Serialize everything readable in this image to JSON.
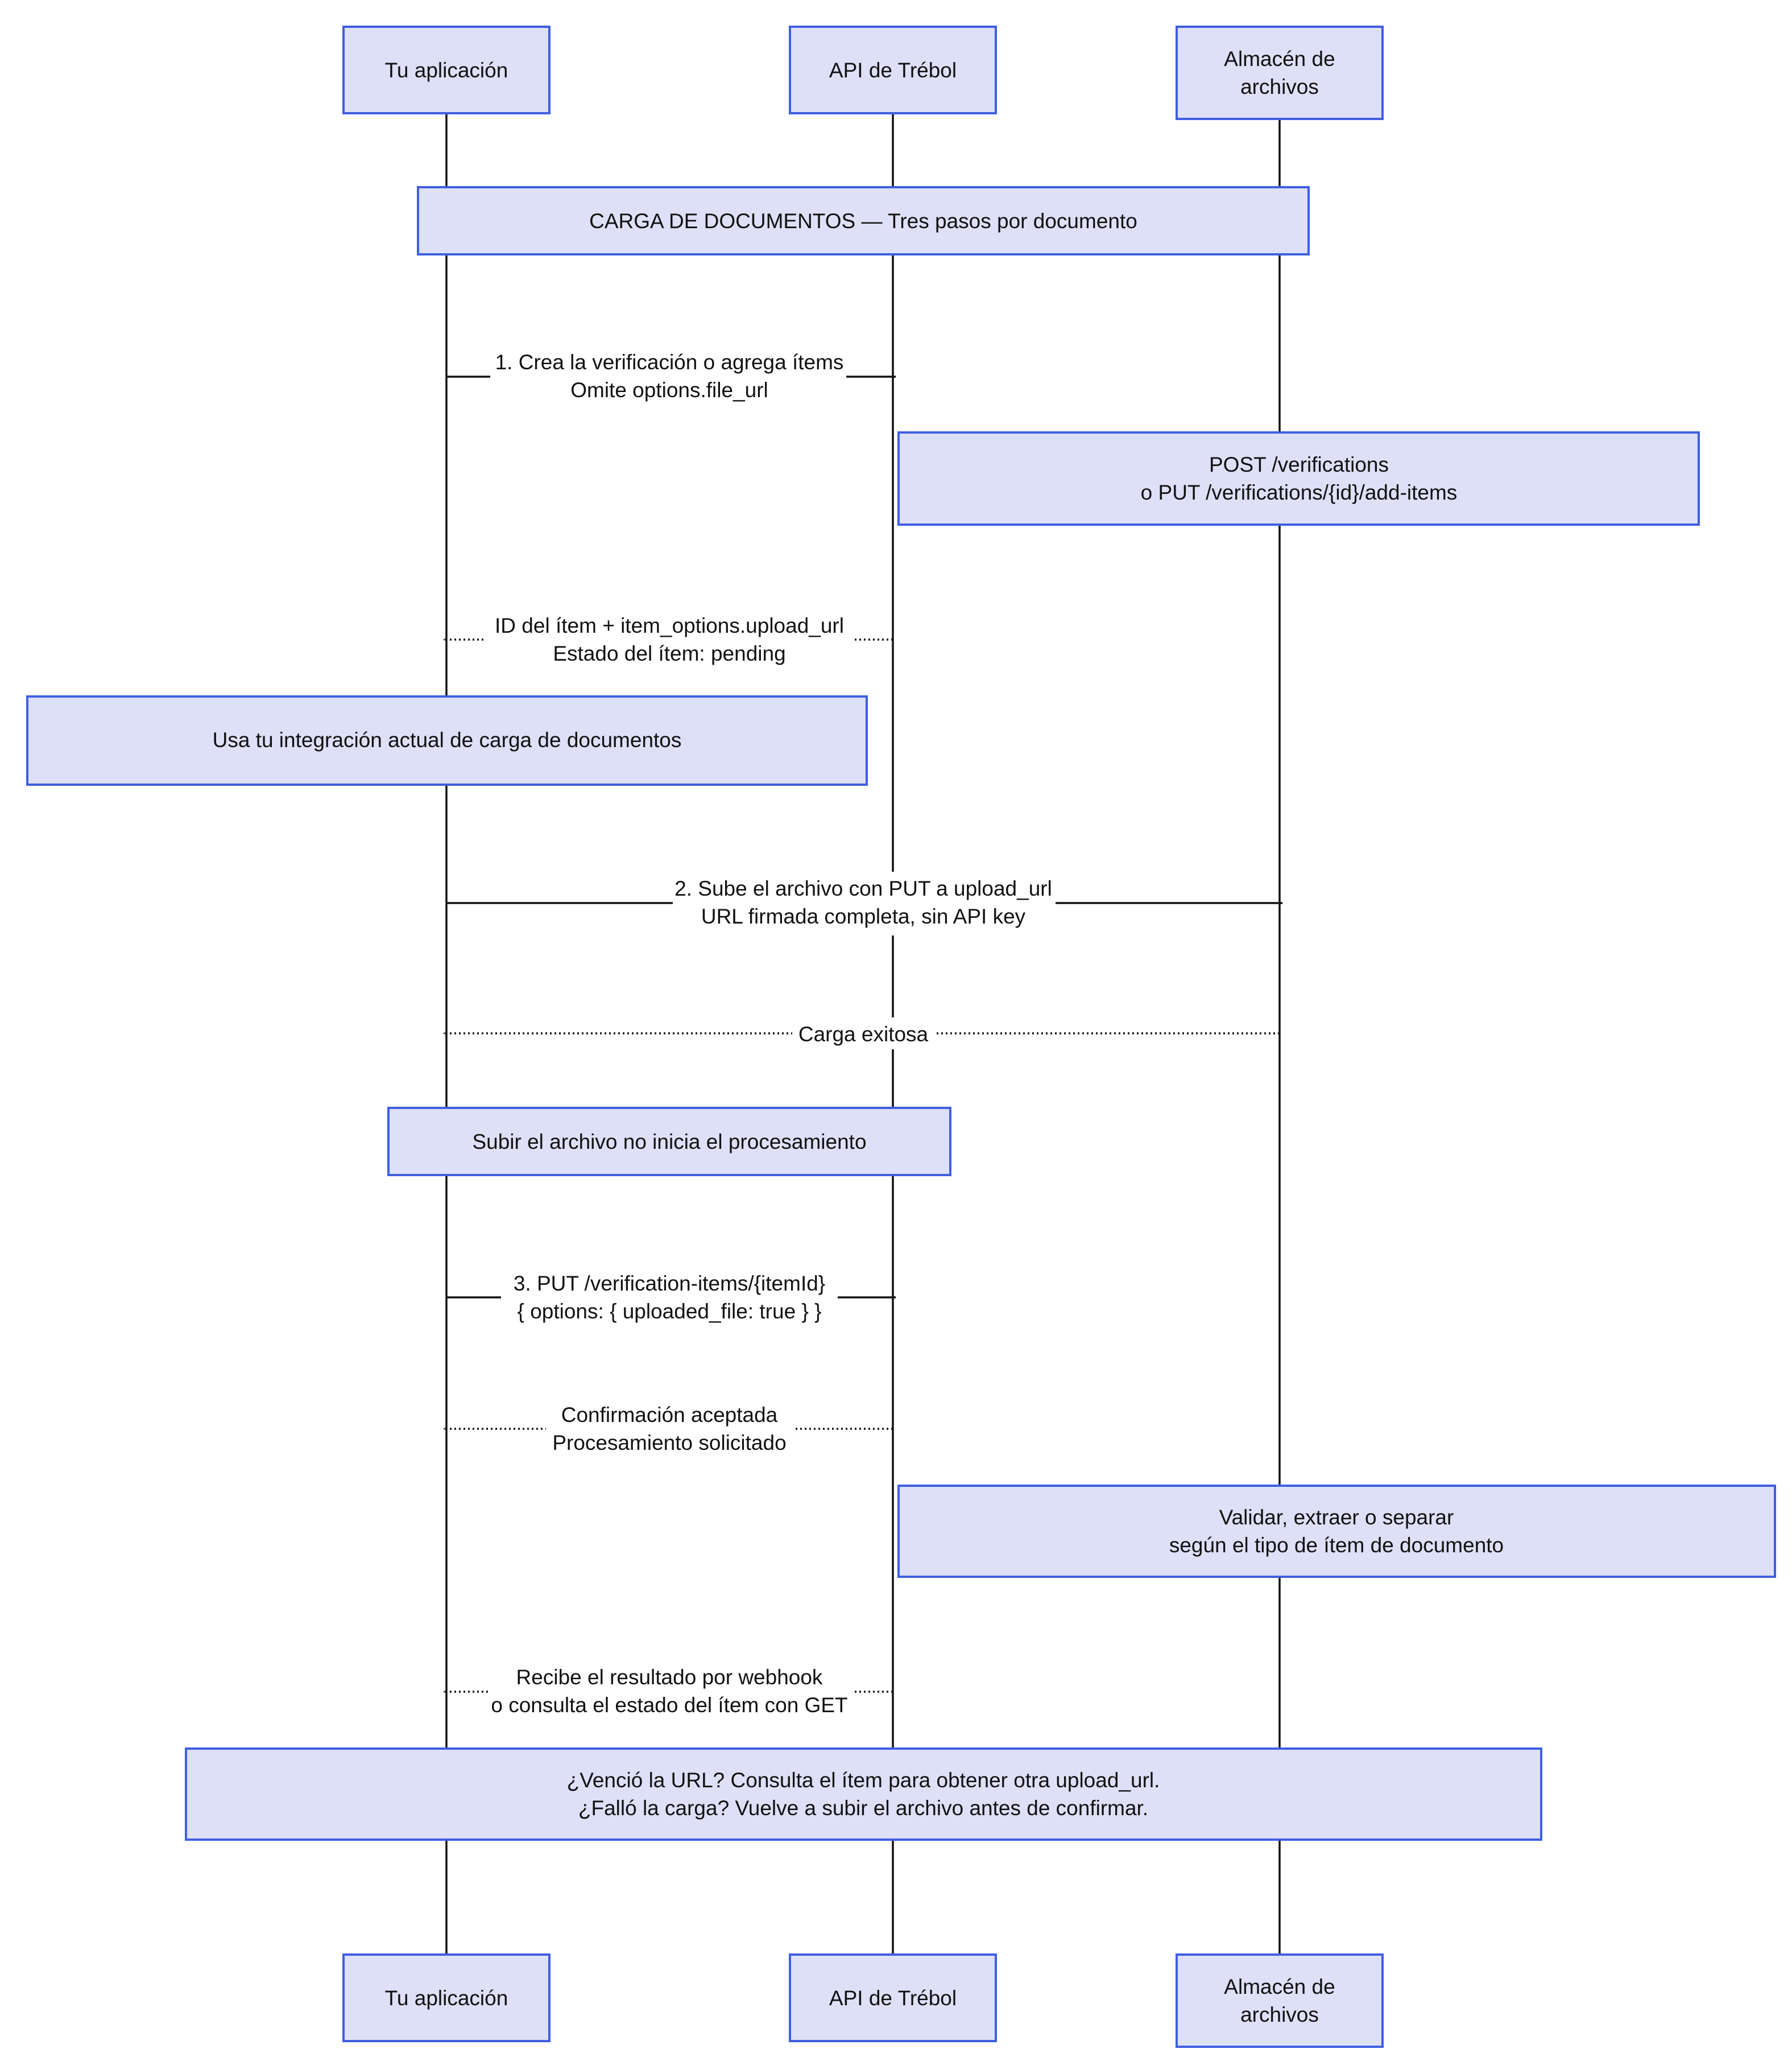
{
  "participants": [
    {
      "id": "app",
      "lines": [
        "Tu aplicación"
      ]
    },
    {
      "id": "api",
      "lines": [
        "API de Trébol"
      ]
    },
    {
      "id": "storage",
      "lines": [
        "Almacén de",
        "archivos"
      ]
    }
  ],
  "notes": [
    {
      "id": "carga-documentos",
      "lines": [
        "CARGA DE DOCUMENTOS — Tres pasos por documento"
      ]
    },
    {
      "id": "post-verifications",
      "lines": [
        "POST /verifications",
        "o PUT /verifications/{id}/add-items"
      ]
    },
    {
      "id": "integracion-actual",
      "lines": [
        "Usa tu integración actual de carga de documentos"
      ]
    },
    {
      "id": "no-inicia-procesamiento",
      "lines": [
        "Subir el archivo no inicia el procesamiento"
      ]
    },
    {
      "id": "validar-extraer",
      "lines": [
        "Validar, extraer o separar",
        "según el tipo de ítem de documento"
      ]
    },
    {
      "id": "url-vencida",
      "lines": [
        "¿Venció la URL? Consulta el ítem para obtener otra upload_url.",
        "¿Falló la carga? Vuelve a subir el archivo antes de confirmar."
      ]
    }
  ],
  "messages": [
    {
      "id": "crea-verificacion",
      "from": "app",
      "to": "api",
      "style": "solid",
      "lines": [
        "1. Crea la verificación o agrega ítems",
        "Omite options.file_url"
      ]
    },
    {
      "id": "id-item-upload-url",
      "from": "api",
      "to": "app",
      "style": "dotted",
      "lines": [
        "ID del ítem + item_options.upload_url",
        "Estado del ítem: pending"
      ]
    },
    {
      "id": "sube-archivo",
      "from": "app",
      "to": "storage",
      "style": "solid",
      "lines": [
        "2. Sube el archivo con PUT a upload_url",
        "URL firmada completa, sin API key"
      ]
    },
    {
      "id": "carga-exitosa",
      "from": "storage",
      "to": "app",
      "style": "dotted",
      "lines": [
        "Carga exitosa"
      ]
    },
    {
      "id": "put-verification-items",
      "from": "app",
      "to": "api",
      "style": "solid",
      "lines": [
        "3. PUT /verification-items/{itemId}",
        "{ options: { uploaded_file: true } }"
      ]
    },
    {
      "id": "confirmacion-aceptada",
      "from": "api",
      "to": "app",
      "style": "dotted",
      "lines": [
        "Confirmación aceptada",
        "Procesamiento solicitado"
      ]
    },
    {
      "id": "recibe-resultado",
      "from": "api",
      "to": "app",
      "style": "dotted",
      "lines": [
        "Recibe el resultado por webhook",
        "o consulta el estado del ítem con GET"
      ]
    }
  ],
  "colors": {
    "box_fill": "#dde0f7",
    "box_border": "#3f5fe0",
    "line": "#111111",
    "text": "#111111",
    "background": "#ffffff"
  }
}
